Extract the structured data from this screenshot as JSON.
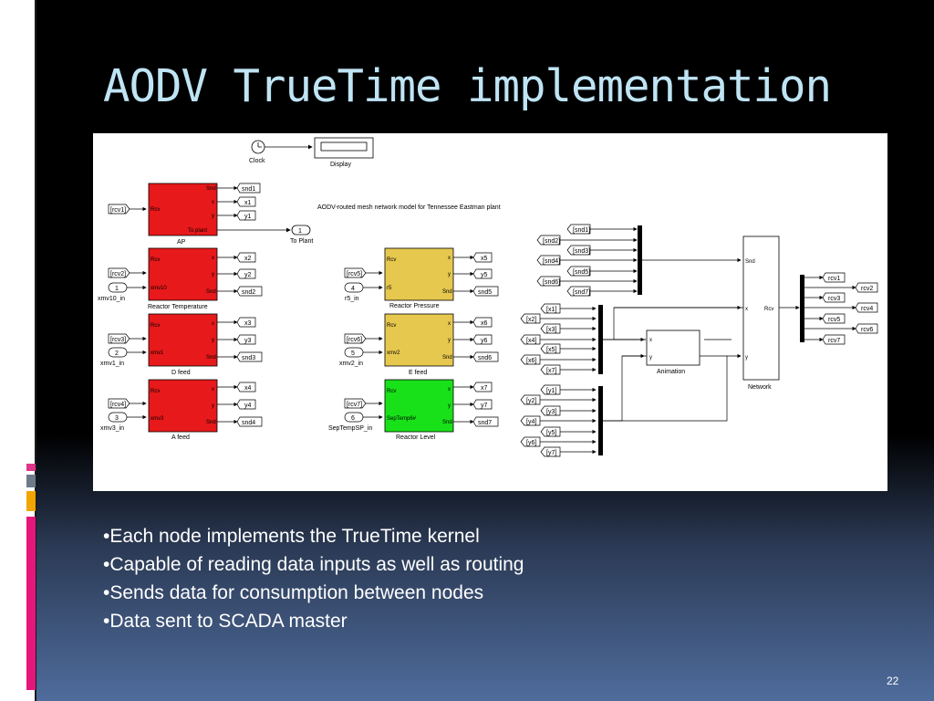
{
  "slide": {
    "title": "AODV TrueTime implementation",
    "page_number": "22",
    "bullets": [
      "•Each node implements the TrueTime kernel",
      "•Capable of reading data inputs as well as routing",
      "•Sends data for consumption between nodes",
      "•Data sent to SCADA master"
    ]
  },
  "diagram": {
    "model_caption": "AODV-routed mesh network model for Tennessee Eastman plant",
    "clock": "Clock",
    "display": "Display",
    "to_plant": "To Plant",
    "to_plant_num": "1",
    "blocks": {
      "ap": {
        "name": "AP",
        "ports_in": [
          "Rcv"
        ],
        "ports_out": [
          "Snd",
          "x",
          "y",
          "To plant"
        ]
      },
      "reactor_temperature": {
        "name": "Reactor Temperature",
        "ports_in": [
          "Rcv",
          "xmv10"
        ],
        "ports_out": [
          "x",
          "y",
          "Snd"
        ]
      },
      "d_feed": {
        "name": "D feed",
        "ports_in": [
          "Rcv",
          "xmv1"
        ],
        "ports_out": [
          "x",
          "y",
          "Snd"
        ]
      },
      "a_feed": {
        "name": "A feed",
        "ports_in": [
          "Rcv",
          "xmv3"
        ],
        "ports_out": [
          "x",
          "y",
          "Snd"
        ]
      },
      "reactor_pressure": {
        "name": "Reactor Pressure",
        "ports_in": [
          "Rcv",
          "r5"
        ],
        "ports_out": [
          "x",
          "y",
          "Snd"
        ]
      },
      "e_feed": {
        "name": "E feed",
        "ports_in": [
          "Rcv",
          "xmv2"
        ],
        "ports_out": [
          "x",
          "y",
          "Snd"
        ]
      },
      "reactor_level": {
        "name": "Reactor Level",
        "ports_in": [
          "Rcv",
          "SepTemp6#"
        ],
        "ports_out": [
          "x",
          "y",
          "Snd"
        ]
      },
      "animation": {
        "name": "Animation",
        "ports_in": [
          "x",
          "y"
        ]
      },
      "network": {
        "name": "Network",
        "ports_in": [
          "Snd",
          "x",
          "y"
        ],
        "ports_out": [
          "Rcv"
        ]
      }
    },
    "labels": {
      "ap": [
        "[rcv1]",
        "snd1",
        "x1",
        "y1"
      ],
      "rt": [
        "[rcv2]",
        "1",
        "xmv10_in",
        "x2",
        "y2",
        "snd2"
      ],
      "df": [
        "[rcv3]",
        "2",
        "xmv1_in",
        "x3",
        "y3",
        "snd3"
      ],
      "af": [
        "[rcv4]",
        "3",
        "xmv3_in",
        "x4",
        "y4",
        "snd4"
      ],
      "rp": [
        "[rcv5]",
        "4",
        "r5_in",
        "x5",
        "y5",
        "snd5"
      ],
      "ef": [
        "[rcv6]",
        "5",
        "xmv2_in",
        "x6",
        "y6",
        "snd6"
      ],
      "rl": [
        "[rcv7]",
        "6",
        "SepTempSP_in",
        "x7",
        "y7",
        "snd7"
      ]
    },
    "snd_froms": [
      "[snd1]",
      "[snd2]",
      "[snd3]",
      "[snd4]",
      "[snd5]",
      "[snd6]",
      "[snd7]"
    ],
    "x_froms": [
      "[x1]",
      "[x2]",
      "[x3]",
      "[x4]",
      "[x5]",
      "[x6]",
      "[x7]"
    ],
    "y_froms": [
      "[y1]",
      "[y2]",
      "[y3]",
      "[y4]",
      "[y5]",
      "[y6]",
      "[y7]"
    ],
    "rcv_gotos": [
      "rcv1",
      "rcv2",
      "rcv3",
      "rcv4",
      "rcv5",
      "rcv6",
      "rcv7"
    ]
  },
  "colors": {
    "red_block": "#e8191a",
    "yellow_block": "#e6c84f",
    "green_block": "#19e119",
    "title": "#bfe4f4"
  }
}
